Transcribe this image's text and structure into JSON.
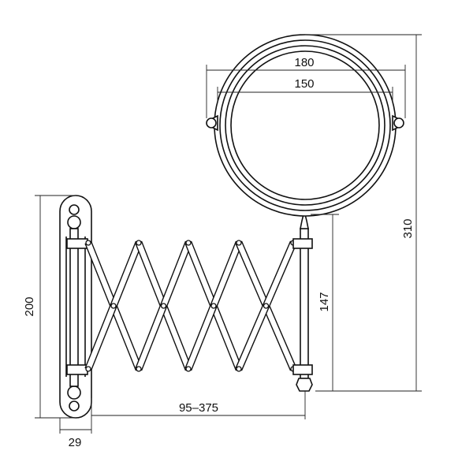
{
  "dimensions": {
    "mirror_outer": "180",
    "mirror_inner": "150",
    "total_height": "310",
    "arm_to_mirror_center": "147",
    "plate_height": "200",
    "extension": "95–375",
    "plate_width": "29"
  }
}
